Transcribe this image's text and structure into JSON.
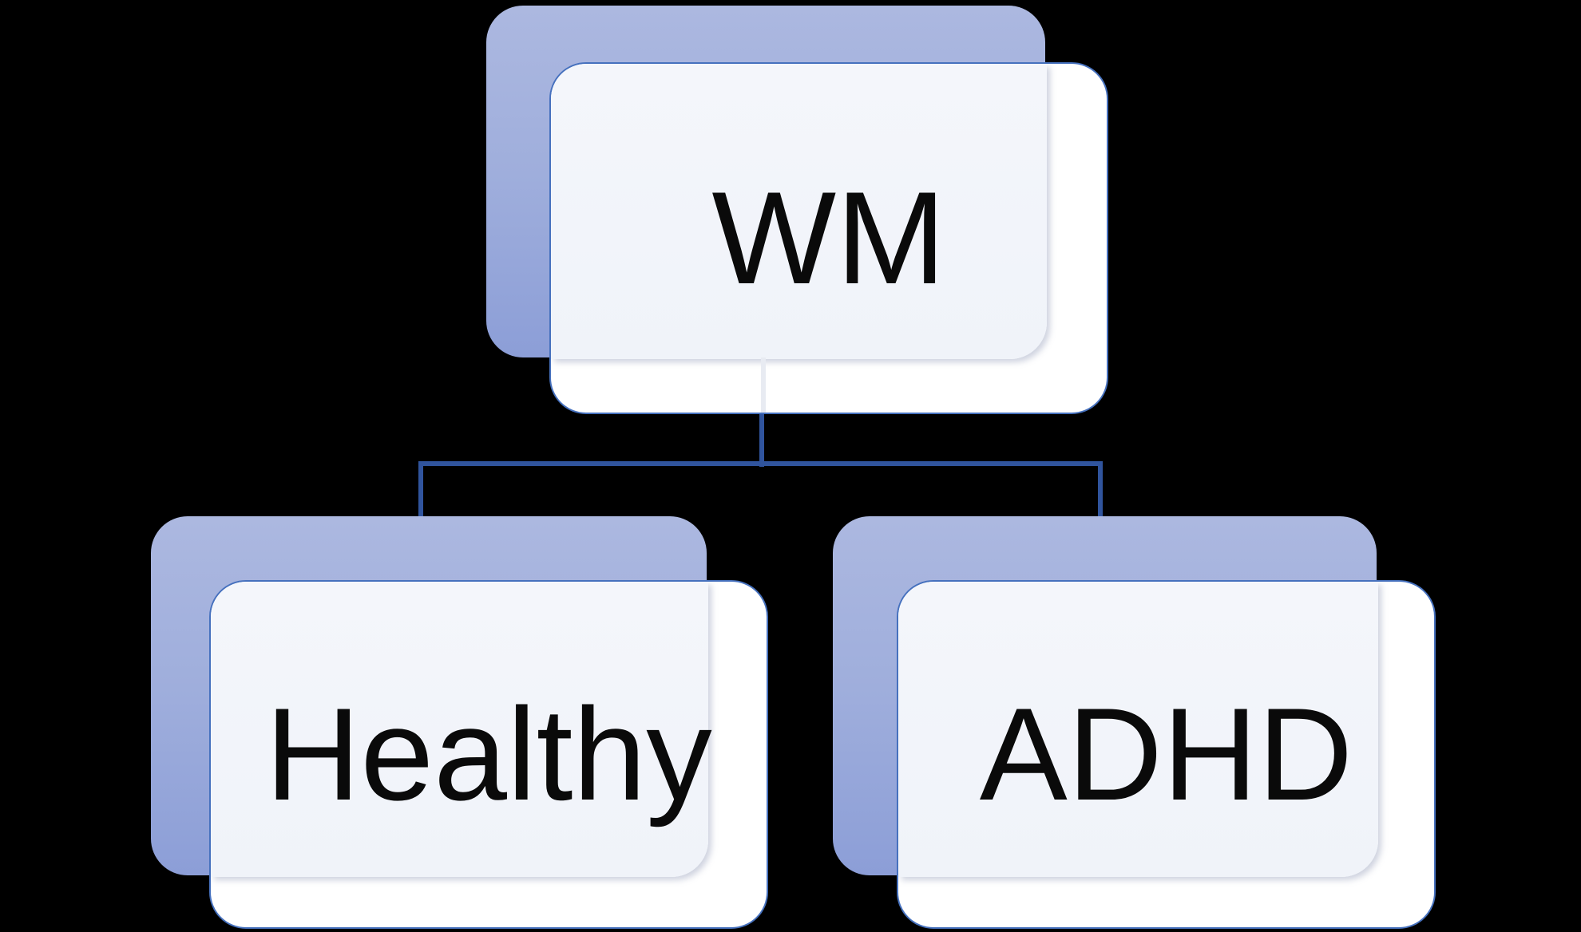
{
  "diagram": {
    "type": "hierarchy",
    "background": "#000000",
    "nodes": [
      {
        "id": "root",
        "label": "WM",
        "level": 1,
        "parent": null
      },
      {
        "id": "left",
        "label": "Healthy",
        "level": 2,
        "parent": "root"
      },
      {
        "id": "right",
        "label": "ADHD",
        "level": 2,
        "parent": "root"
      }
    ],
    "edges": [
      {
        "from": "WM",
        "to": "Healthy"
      },
      {
        "from": "WM",
        "to": "ADHD"
      }
    ]
  },
  "colors": {
    "background": "#000000",
    "back_panel_top": "#ACB8E0",
    "back_panel_bottom": "#8C9ED7",
    "front_panel_fill": "#FFFFFF",
    "front_panel_overlap_tint": "#F2F4FA",
    "front_panel_border": "#4671BE",
    "connector": "#30549D",
    "label_text": "#0A0A0A"
  }
}
